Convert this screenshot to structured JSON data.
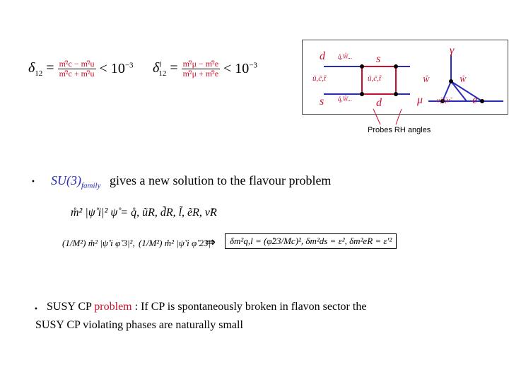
{
  "top_formulas": {
    "left": {
      "lhs": "δ",
      "lhs_sub": "12",
      "num": "m̊²c − m̊²u",
      "den": "m̊²c + m̊²u",
      "rel": "< 10",
      "exp": "−3"
    },
    "right": {
      "lhs": "δ",
      "lhs_sup": "l",
      "lhs_sub": "12",
      "num": "m̊²μ − m̊²e",
      "den": "m̊²μ + m̊²e",
      "rel": "< 10",
      "exp": "−3"
    }
  },
  "diagram": {
    "box_labels": {
      "top_left": "d",
      "top_right": "s",
      "bottom_left": "s",
      "bottom_right": "d",
      "top_mid": "q̊,W̊...",
      "bottom_mid": "q̊,W̊...",
      "left_mid": "ũ,c̃,t̃",
      "right_mid": "ũ,c̃,t̃",
      "gamma": "γ",
      "mu": "μ",
      "e": "e",
      "w_left": "Ŵ",
      "w_right": "Ŵ",
      "bottom_loop": "ν̃,ν̃,ν̃"
    },
    "caption": "Probes RH angles",
    "colors": {
      "red": "#c8102e",
      "blue": "#2a2ab8"
    }
  },
  "bullet1": {
    "su3": "SU(3)",
    "su3_sub": "family",
    "text": "gives a new solution to the flavour problem"
  },
  "eq_line1": {
    "text": "m̊² |ψ̊ i|² ψ̊ = q̊, ũR, d̃R, l̃, ẽR, ν̃R"
  },
  "eq_line2": {
    "part_a": "(1/M²) m̊² |ψ̊ i φ̊ 3|²,",
    "part_b": "(1/M²) m̊² |ψ̊ i φ̊ 23|²",
    "arrow": "⇒",
    "boxed": "δm²q,l = (φ̊23/Mc)², δm²ds = ε², δm²eR = ε′²"
  },
  "bullet2": {
    "prefix": "SUSY CP",
    "highlight": "problem",
    "rest": ": If CP is spontaneously broken in flavon sector the",
    "line2": "SUSY CP violating phases are naturally small"
  }
}
